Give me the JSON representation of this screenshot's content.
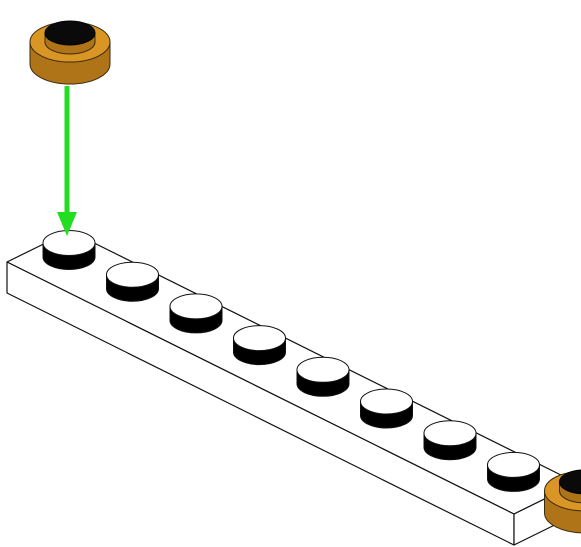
{
  "diagram": {
    "kind": "assembly-instruction",
    "plate": {
      "color": "#ffffff",
      "outline": "#111111",
      "stud_count": 8,
      "stud_top_color": "#ffffff",
      "stud_side_color": "#000000"
    },
    "round_pieces": [
      {
        "role": "to-attach",
        "color": "#d99624",
        "shade": "#b07418",
        "stud_color": "#0a0a0a",
        "target_stud": 1
      },
      {
        "role": "already-attached",
        "color": "#d99624",
        "shade": "#b07418",
        "stud_color": "#0a0a0a",
        "target_stud": 8
      }
    ],
    "arrow": {
      "color": "#22dd22",
      "icon": "down-arrow-icon"
    }
  }
}
